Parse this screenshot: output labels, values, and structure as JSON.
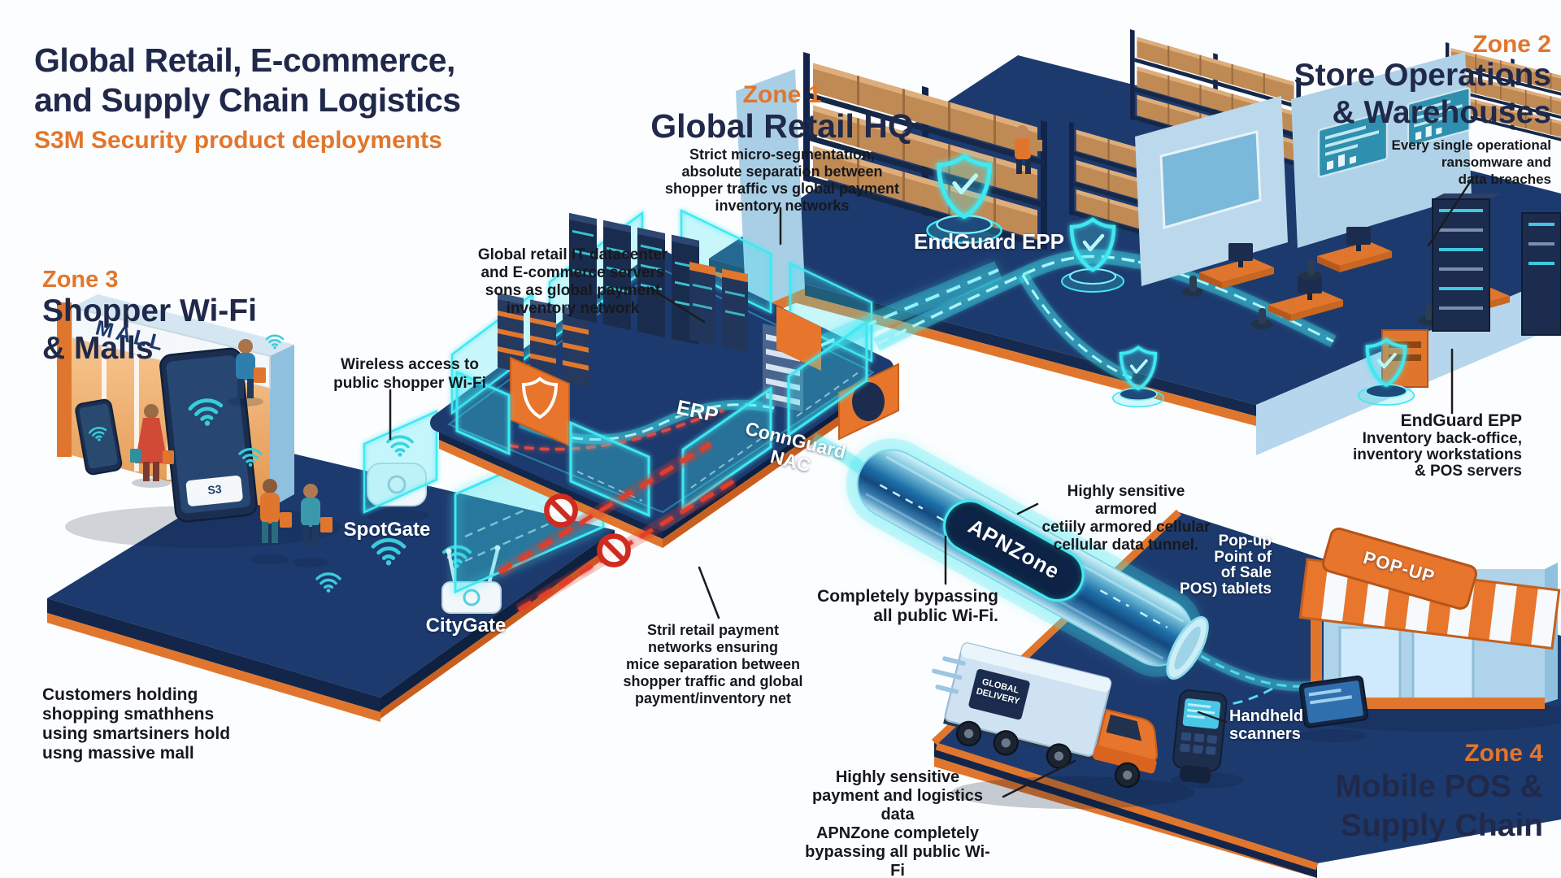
{
  "header": {
    "title": [
      "Global Retail, E-commerce,",
      "and Supply Chain Logistics"
    ],
    "subtitle": "S3M Security product deployments"
  },
  "zone1": {
    "label": "Zone 1",
    "title": "Global Retail HQ",
    "description": [
      "Strict micro-segmentation,",
      "absolute separation between",
      "shopper traffic vs global payment",
      "inventory networks"
    ]
  },
  "zone2": {
    "label": "Zone 2",
    "title": [
      "Store Operations",
      "& Warehouses"
    ],
    "description": [
      "Every single operational",
      "ransomware and",
      "data breaches"
    ]
  },
  "zone3": {
    "label": "Zone 3",
    "title": [
      "Shopper Wi-Fi",
      "& Malls"
    ]
  },
  "zone4": {
    "label": "Zone 4",
    "title": [
      "Mobile POS &",
      "Supply Chain"
    ]
  },
  "annotations": {
    "wireless": [
      "Wireless access to",
      "public shopper Wi-Fi"
    ],
    "customers": [
      "Customers holding",
      "shopping smathhens",
      "using smartsiners hold",
      "usng massive mall"
    ],
    "datacenter": [
      "Global retail IT datacenter",
      "and E-commerce servers",
      "sons as global payment",
      "inventory network"
    ],
    "endguard_title": "EndGuard EPP",
    "endguard_lines": [
      "Inventory back-office,",
      "inventory workstations",
      "& POS servers"
    ],
    "armored_tunnel": [
      "Highly sensitive armored",
      "cetiily armored cellular",
      "cellular data tunnel."
    ],
    "bypassing": [
      "Completely bypassing",
      "all public Wi-Fi."
    ],
    "strict_networks": [
      "Stril retail payment",
      "networks ensuring",
      "mice separation between",
      "shopper traffic and global",
      "payment/inventory net"
    ],
    "logistics": [
      "Highly sensitive",
      "payment and logistics data",
      "APNZone completely",
      "bypassing all public Wi-Fi"
    ],
    "popup_pos": [
      "Pop-up",
      "Point of",
      "of Sale",
      "POS) tablets"
    ],
    "handheld": [
      "Handheld",
      "scanners"
    ]
  },
  "labels": {
    "endguard_epp": "EndGuard EPP",
    "erp": "ERP",
    "connguard_nac": [
      "ConnGuard",
      "NAC"
    ],
    "apnzone": "APNZone",
    "spotgate": "SpotGate",
    "citygate": "CityGate",
    "mall_sign": "MALL",
    "popup_sign": "POP-UP",
    "truck_sign": [
      "GLOBAL",
      "DELIVERY"
    ],
    "phone_badge": "S3"
  },
  "colors": {
    "navy_text": "#20294a",
    "accent_orange": "#e2762c",
    "platform_navy": "#1d3a6e",
    "glow_cyan": "#3fe8f2",
    "alert_red": "#d93025",
    "wall_blue": "#a9cfe6",
    "carton_brown": "#c08a54"
  }
}
